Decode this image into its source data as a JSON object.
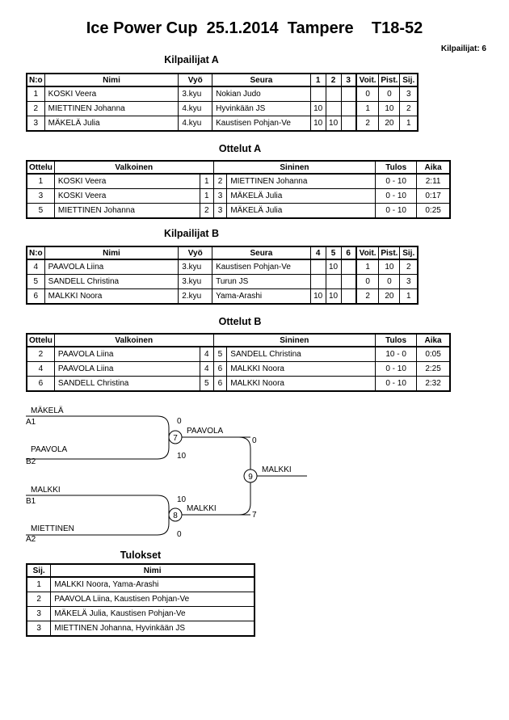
{
  "header": {
    "title": "Ice Power Cup  25.1.2014  Tampere    T18-52",
    "count": "Kilpailijat: 6"
  },
  "pool_a": {
    "title": "Kilpailijat A",
    "headers": [
      "N:o",
      "Nimi",
      "Vyö",
      "Seura",
      "1",
      "2",
      "3",
      "Voit.",
      "Pist.",
      "Sij."
    ],
    "rows": [
      [
        "1",
        "KOSKI Veera",
        "3.kyu",
        "Nokian Judo",
        "",
        "",
        "",
        "0",
        "0",
        "3"
      ],
      [
        "2",
        "MIETTINEN Johanna",
        "4.kyu",
        "Hyvinkään JS",
        "10",
        "",
        "",
        "1",
        "10",
        "2"
      ],
      [
        "3",
        "MÄKELÄ Julia",
        "4.kyu",
        "Kaustisen Pohjan-Ve",
        "10",
        "10",
        "",
        "2",
        "20",
        "1"
      ]
    ]
  },
  "matches_a": {
    "title": "Ottelut A",
    "headers": [
      "Ottelu",
      "Valkoinen",
      "Sininen",
      "Tulos",
      "Aika"
    ],
    "rows": [
      [
        "1",
        "KOSKI Veera",
        "1",
        "2",
        "MIETTINEN Johanna",
        "0 - 10",
        "2:11"
      ],
      [
        "3",
        "KOSKI Veera",
        "1",
        "3",
        "MÄKELÄ Julia",
        "0 - 10",
        "0:17"
      ],
      [
        "5",
        "MIETTINEN Johanna",
        "2",
        "3",
        "MÄKELÄ Julia",
        "0 - 10",
        "0:25"
      ]
    ]
  },
  "pool_b": {
    "title": "Kilpailijat B",
    "headers": [
      "N:o",
      "Nimi",
      "Vyö",
      "Seura",
      "4",
      "5",
      "6",
      "Voit.",
      "Pist.",
      "Sij."
    ],
    "rows": [
      [
        "4",
        "PAAVOLA Liina",
        "3.kyu",
        "Kaustisen Pohjan-Ve",
        "",
        "10",
        "",
        "1",
        "10",
        "2"
      ],
      [
        "5",
        "SANDELL Christina",
        "3.kyu",
        "Turun JS",
        "",
        "",
        "",
        "0",
        "0",
        "3"
      ],
      [
        "6",
        "MALKKI Noora",
        "2.kyu",
        "Yama-Arashi",
        "10",
        "10",
        "",
        "2",
        "20",
        "1"
      ]
    ]
  },
  "matches_b": {
    "title": "Ottelut B",
    "headers": [
      "Ottelu",
      "Valkoinen",
      "Sininen",
      "Tulos",
      "Aika"
    ],
    "rows": [
      [
        "2",
        "PAAVOLA Liina",
        "4",
        "5",
        "SANDELL Christina",
        "10 - 0",
        "0:05"
      ],
      [
        "4",
        "PAAVOLA Liina",
        "4",
        "6",
        "MALKKI Noora",
        "0 - 10",
        "2:25"
      ],
      [
        "6",
        "SANDELL Christina",
        "5",
        "6",
        "MALKKI Noora",
        "0 - 10",
        "2:32"
      ]
    ]
  },
  "bracket": {
    "semi1": {
      "top_name": "MÄKELÄ",
      "top_seed": "A1",
      "top_score": "0",
      "bottom_name": "PAAVOLA",
      "bottom_seed": "B2",
      "bottom_score": "10",
      "match": "7",
      "winner": "PAAVOLA",
      "winner_score": "0"
    },
    "semi2": {
      "top_name": "MALKKI",
      "top_seed": "B1",
      "top_score": "10",
      "bottom_name": "MIETTINEN",
      "bottom_seed": "A2",
      "bottom_score": "0",
      "match": "8",
      "winner": "MALKKI",
      "winner_score": "7"
    },
    "final": {
      "match": "9",
      "winner": "MALKKI"
    }
  },
  "results": {
    "title": "Tulokset",
    "headers": [
      "Sij.",
      "Nimi"
    ],
    "rows": [
      [
        "1",
        "MALKKI Noora, Yama-Arashi"
      ],
      [
        "2",
        "PAAVOLA Liina, Kaustisen Pohjan-Ve"
      ],
      [
        "3",
        "MÄKELÄ Julia, Kaustisen Pohjan-Ve"
      ],
      [
        "3",
        "MIETTINEN Johanna, Hyvinkään JS"
      ]
    ]
  }
}
